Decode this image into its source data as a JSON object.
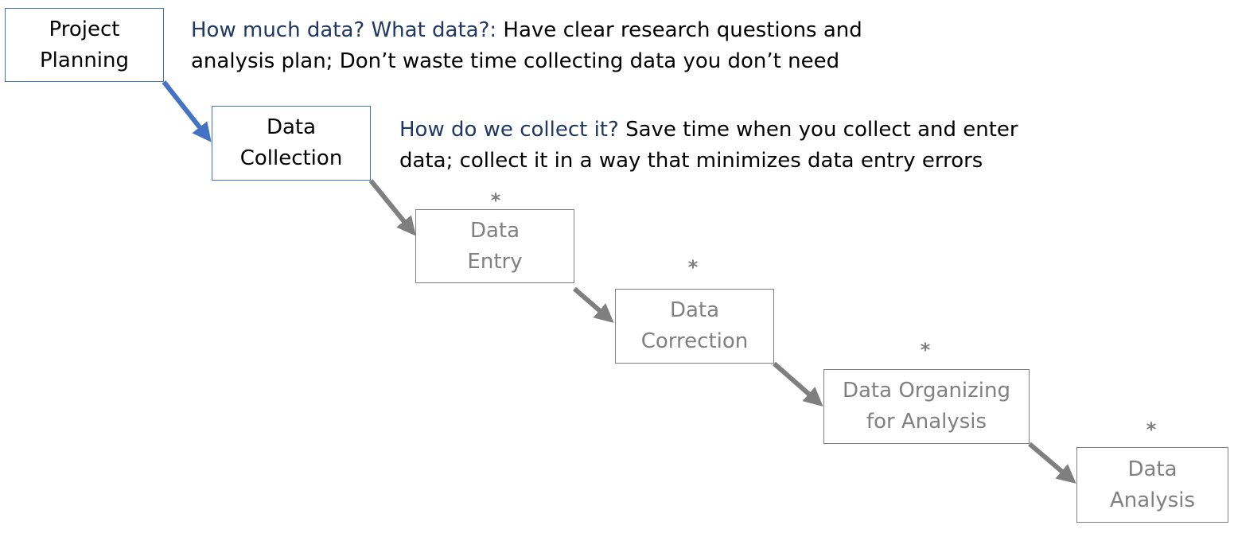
{
  "boxes": {
    "project_planning": [
      "Project",
      "Planning"
    ],
    "data_collection": [
      "Data",
      "Collection"
    ],
    "data_entry": [
      "Data",
      "Entry"
    ],
    "data_correction": [
      "Data",
      "Correction"
    ],
    "data_organizing": [
      "Data Organizing",
      "for Analysis"
    ],
    "data_analysis": [
      "Data",
      "Analysis"
    ]
  },
  "notes": {
    "planning": {
      "question": "How much data? What data?:",
      "line1": " Have clear research questions and",
      "line2": "analysis plan; Don’t waste time collecting data you don’t need"
    },
    "collection": {
      "question": "How do we  collect it?",
      "line1": " Save time when you collect and enter",
      "line2": "data; collect it in a way that minimizes data entry errors"
    }
  },
  "markers": {
    "entry": "*",
    "correction": "*",
    "organizing": "*",
    "analysis": "*"
  },
  "colors": {
    "active_border": "#4472c4",
    "active_arrow": "#4472c4",
    "inactive_border": "#7f7f7f",
    "inactive_text": "#808080",
    "inactive_arrow": "#7f7f7f",
    "question_text": "#1f3864"
  }
}
